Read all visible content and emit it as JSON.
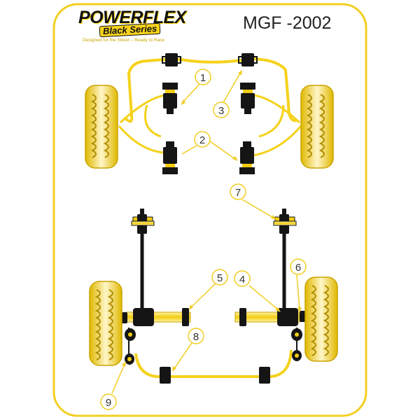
{
  "brand": {
    "name": "POWERFLEX",
    "series": "Black Series",
    "tagline": "Designed for the Street – Ready to Race"
  },
  "model": "MGF -2002",
  "colors": {
    "frame": "#f2cf22",
    "linkage": "#f5d21c",
    "tyre": "#e8c200",
    "bush": "#151515",
    "callout": "#f0cd22"
  },
  "callouts": [
    {
      "id": "1",
      "label": "1"
    },
    {
      "id": "2",
      "label": "2"
    },
    {
      "id": "3",
      "label": "3"
    },
    {
      "id": "4",
      "label": "4"
    },
    {
      "id": "5",
      "label": "5"
    },
    {
      "id": "6",
      "label": "6"
    },
    {
      "id": "7",
      "label": "7"
    },
    {
      "id": "8",
      "label": "8"
    },
    {
      "id": "9",
      "label": "9"
    }
  ]
}
